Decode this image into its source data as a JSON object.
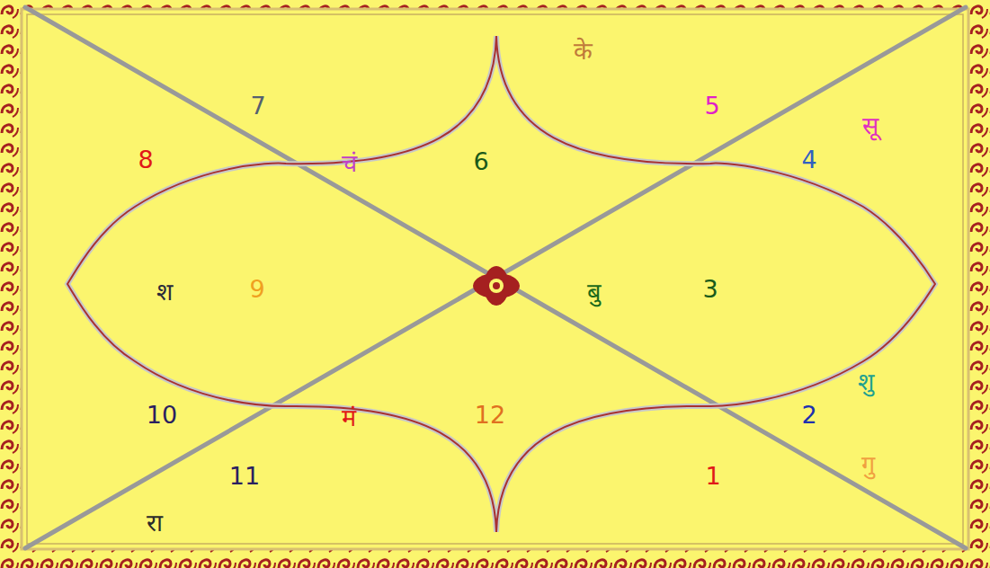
{
  "diagram": {
    "labels": [
      "के",
      "7",
      "5",
      "सू",
      "8",
      "चं",
      "6",
      "4",
      "श",
      "9",
      "बु",
      "3",
      "शु",
      "10",
      "मं",
      "12",
      "2",
      "11",
      "1",
      "गु",
      "रा"
    ]
  }
}
